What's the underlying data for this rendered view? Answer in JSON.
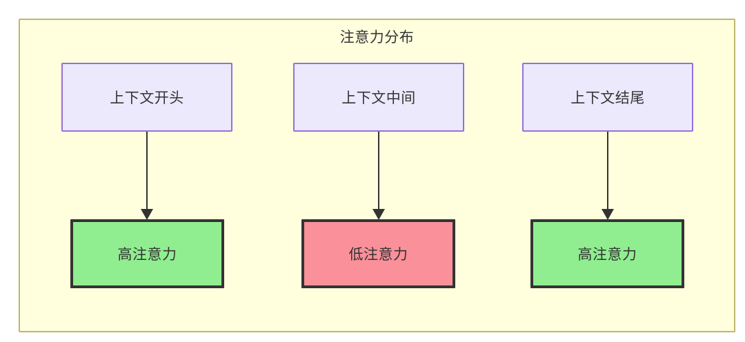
{
  "diagram": {
    "title": "注意力分布",
    "background": "#ffffff",
    "cluster": {
      "fill": "#ffffde",
      "stroke": "#bdb76b"
    },
    "colors": {
      "source_fill": "#ece9fd",
      "source_stroke": "#9370db",
      "high_fill": "#90ee90",
      "low_fill": "#fa9099",
      "target_stroke": "#333333",
      "text": "#333333",
      "edge": "#333333"
    },
    "columns": [
      {
        "source_label": "上下文开头",
        "target_label": "高注意力",
        "target_state": "high"
      },
      {
        "source_label": "上下文中间",
        "target_label": "低注意力",
        "target_state": "low"
      },
      {
        "source_label": "上下文结尾",
        "target_label": "高注意力",
        "target_state": "high"
      }
    ]
  }
}
